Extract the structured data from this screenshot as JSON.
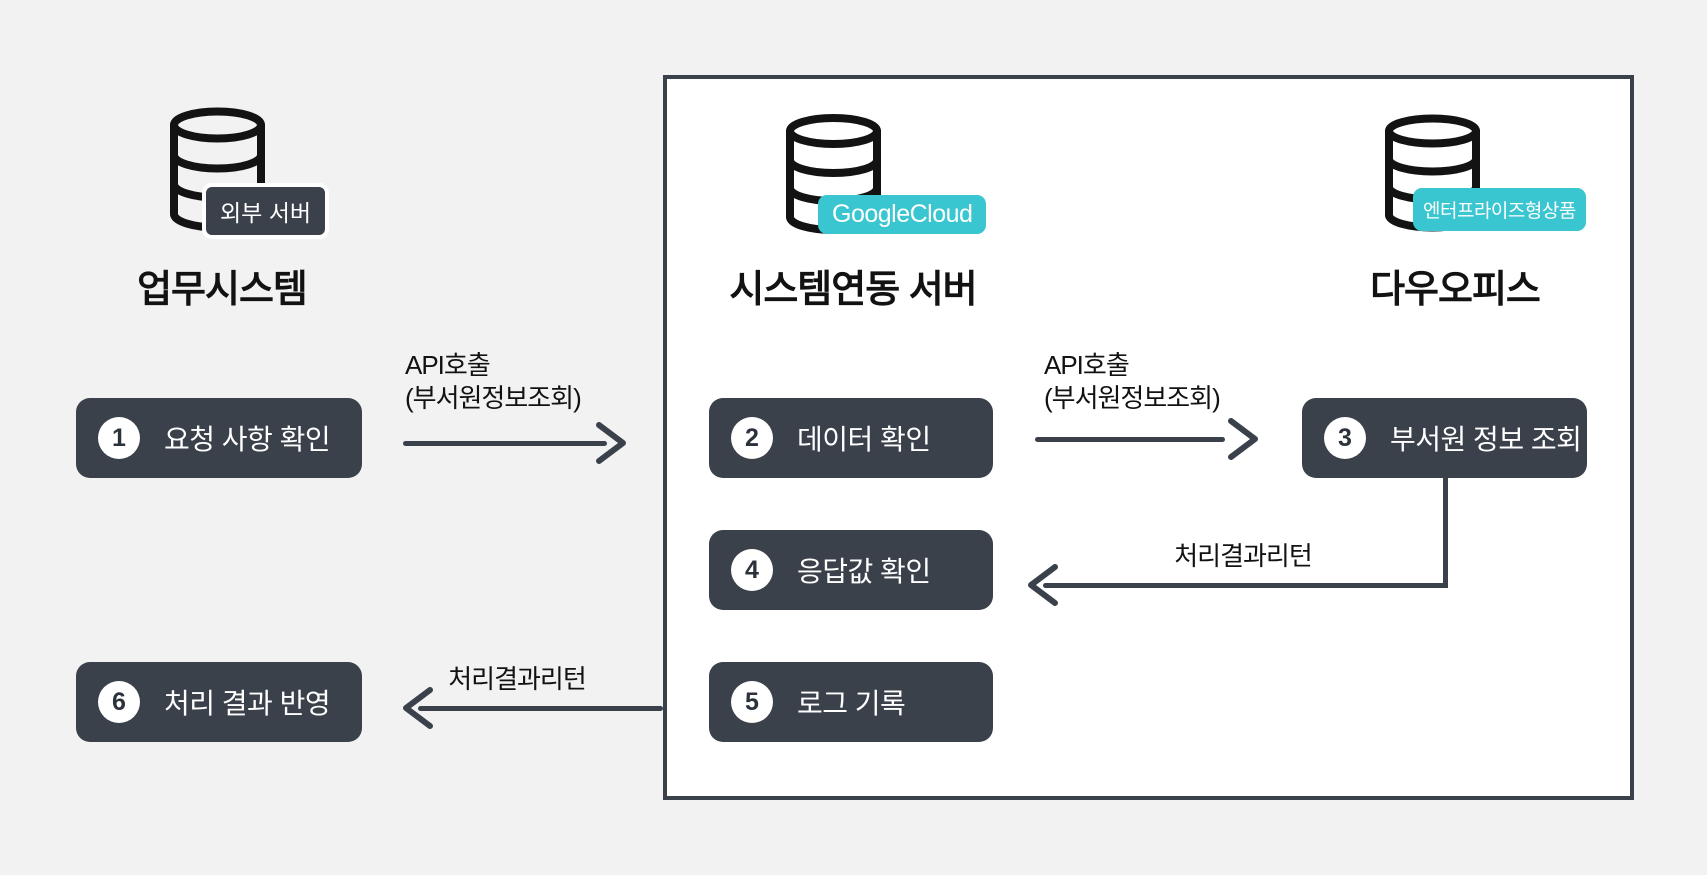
{
  "nodes": {
    "external": {
      "title": "업무시스템",
      "badge": "외부 서버"
    },
    "integration": {
      "title": "시스템연동 서버",
      "badge": "GoogleCloud"
    },
    "daouoffice": {
      "title": "다우오피스",
      "badge": "엔터프라이즈형상품"
    }
  },
  "steps": [
    {
      "num": "1",
      "label": "요청 사항 확인"
    },
    {
      "num": "2",
      "label": "데이터 확인"
    },
    {
      "num": "3",
      "label": "부서원 정보 조회"
    },
    {
      "num": "4",
      "label": "응답값 확인"
    },
    {
      "num": "5",
      "label": "로그 기록"
    },
    {
      "num": "6",
      "label": "처리 결과 반영"
    }
  ],
  "arrows": {
    "api_call_1": {
      "line1": "API호출",
      "line2": "(부서원정보조회)"
    },
    "api_call_2": {
      "line1": "API호출",
      "line2": "(부서원정보조회)"
    },
    "return_1": {
      "label": "처리결과리턴"
    },
    "return_2": {
      "label": "처리결과리턴"
    }
  },
  "colors": {
    "dark": "#3a414b",
    "teal": "#3ac6d0",
    "background": "#f2f2f3",
    "panel_fill": "#ffffff"
  }
}
